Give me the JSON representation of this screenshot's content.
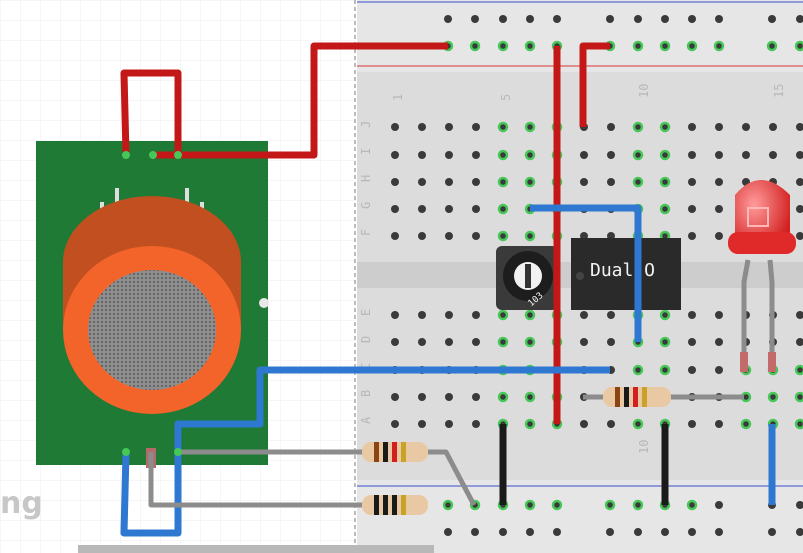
{
  "breadboard": {
    "row_labels_top": [
      "J",
      "I",
      "H",
      "G",
      "F"
    ],
    "row_labels_bottom": [
      "E",
      "D",
      "C",
      "B",
      "A"
    ],
    "column_numbers_top": [
      "1",
      "5",
      "10",
      "15"
    ],
    "column_number_bottom": "10"
  },
  "ic": {
    "label": "Dual O"
  },
  "potentiometer": {
    "marking": "103"
  },
  "watermark": {
    "text": "ng"
  },
  "colors": {
    "pcb": "#1f7a35",
    "wire_red": "#c41818",
    "wire_blue": "#2e78d2",
    "wire_black": "#1a1a1a",
    "wire_gray": "#8c8c8c",
    "led": "#e02a2a",
    "sensor_orange": "#f2642a"
  }
}
